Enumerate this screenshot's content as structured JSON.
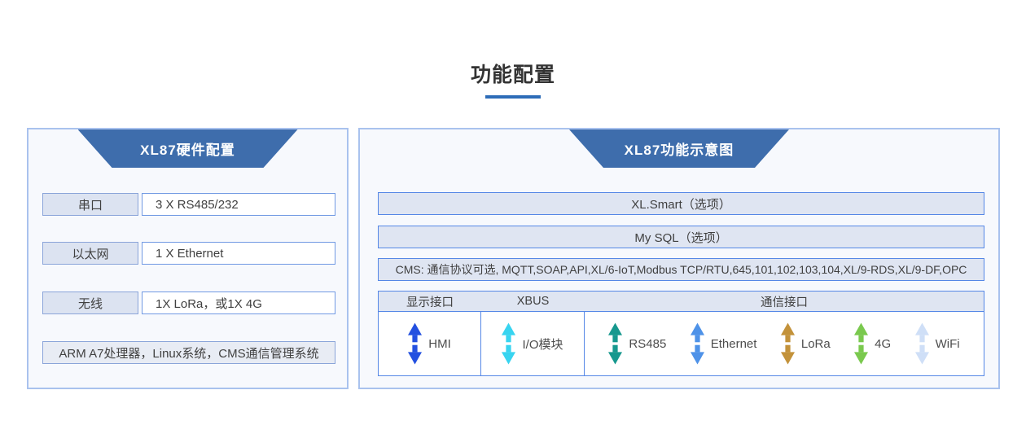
{
  "title": {
    "text": "功能配置"
  },
  "colors": {
    "accent_underline": "#2d6cb8",
    "header_trapezoid_blue": "#3e6dac",
    "panel_border": "#a9c2ee",
    "row_border_blue": "#5587e6",
    "row_fill_light": "#dfe5f2"
  },
  "left_panel": {
    "header": "XL87硬件配置",
    "rows": [
      {
        "label": "串口",
        "value": "3 X RS485/232"
      },
      {
        "label": "以太网",
        "value": "1 X Ethernet"
      },
      {
        "label": "无线",
        "value": "1X LoRa，或1X 4G"
      }
    ],
    "footer": "ARM A7处理器，Linux系统，CMS通信管理系统"
  },
  "right_panel": {
    "header": "XL87功能示意图",
    "rows": [
      "XL.Smart（选项）",
      "My SQL（选项）",
      "CMS: 通信协议可选, MQTT,SOAP,API,XL/6-IoT,Modbus TCP/RTU,645,101,102,103,104,XL/9-RDS,XL/9-DF,OPC"
    ],
    "columns": [
      "显示接口",
      "XBUS",
      "通信接口"
    ],
    "interfaces": [
      {
        "label": "HMI",
        "color": "#2350e0"
      },
      {
        "label": "I/O模块",
        "color": "#38d4f0"
      },
      {
        "label": "RS485",
        "color": "#16988e"
      },
      {
        "label": "Ethernet",
        "color": "#4e92e8"
      },
      {
        "label": "LoRa",
        "color": "#c3923a"
      },
      {
        "label": "4G",
        "color": "#7ac94e"
      },
      {
        "label": "WiFi",
        "color": "#cfdff7"
      }
    ]
  }
}
